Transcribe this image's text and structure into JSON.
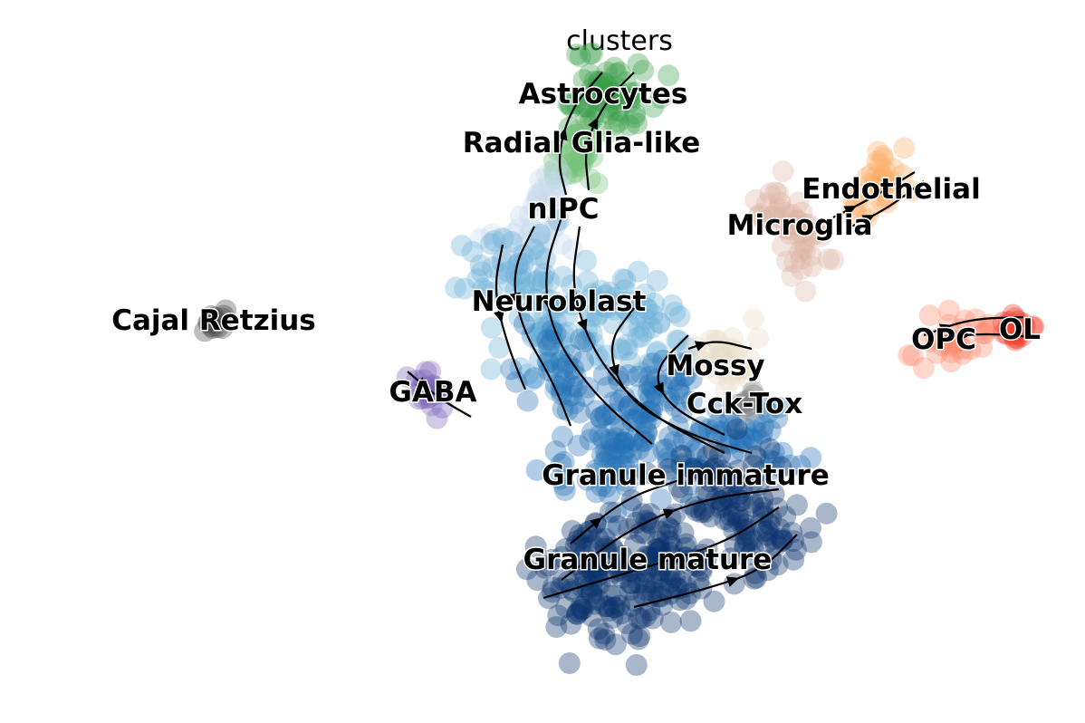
{
  "chart_data": {
    "type": "scatter",
    "subtype": "velocity-embedding-stream",
    "title": "clusters",
    "xlabel": "",
    "ylabel": "",
    "axes_visible": false,
    "grid": false,
    "legend": "on data",
    "xlim": [
      -12,
      12
    ],
    "ylim": [
      -8,
      8
    ],
    "clusters": [
      {
        "name": "Astrocytes",
        "color": "#3a9e4a",
        "label_at": [
          1.32,
          5.94
        ],
        "centers": [
          [
            1.4,
            6.2
          ],
          [
            1.8,
            5.8
          ],
          [
            1.0,
            5.6
          ]
        ],
        "spread": 0.35,
        "n": 70
      },
      {
        "name": "Radial Glia-like",
        "color": "#78c47a",
        "label_at": [
          0.84,
          4.86
        ],
        "centers": [
          [
            0.8,
            4.7
          ],
          [
            0.5,
            4.4
          ]
        ],
        "spread": 0.3,
        "n": 40
      },
      {
        "name": "nIPC",
        "color": "#c6dbef",
        "label_at": [
          0.44,
          3.4
        ],
        "centers": [
          [
            0.2,
            3.7
          ],
          [
            0,
            2.8
          ],
          [
            -0.6,
            2.6
          ]
        ],
        "spread": 0.35,
        "n": 50
      },
      {
        "name": "Neuroblast",
        "color": "#6baed6",
        "label_at": [
          0.34,
          1.36
        ],
        "centers": [
          [
            -0.8,
            2
          ],
          [
            0.2,
            1.6
          ],
          [
            1.6,
            1.2
          ],
          [
            2.4,
            0.6
          ],
          [
            0,
            0.4
          ]
        ],
        "spread": 0.5,
        "n": 160
      },
      {
        "name": "Granule immature",
        "color": "#2171b5",
        "label_at": [
          3.14,
          -2.48
        ],
        "centers": [
          [
            0.6,
            -0.4
          ],
          [
            1.6,
            -1.4
          ],
          [
            3.2,
            -2
          ],
          [
            4.8,
            -1.8
          ],
          [
            1.2,
            -2.4
          ],
          [
            2.6,
            -0.6
          ]
        ],
        "spread": 0.55,
        "n": 220
      },
      {
        "name": "Granule mature",
        "color": "#08306b",
        "label_at": [
          2.3,
          -4.34
        ],
        "centers": [
          [
            1,
            -4.4
          ],
          [
            2.8,
            -4
          ],
          [
            4.8,
            -3.6
          ],
          [
            2.4,
            -5
          ],
          [
            1.2,
            -5.2
          ],
          [
            4,
            -2.9
          ]
        ],
        "spread": 0.55,
        "n": 300
      },
      {
        "name": "Mossy",
        "color": "#e8dcc8",
        "label_at": [
          3.8,
          -0.06
        ],
        "centers": [
          [
            3.8,
            0.2
          ],
          [
            4.4,
            0.1
          ]
        ],
        "spread": 0.3,
        "n": 30
      },
      {
        "name": "Cck-Tox",
        "color": "#7f7f7f",
        "label_at": [
          4.44,
          -0.9
        ],
        "centers": [
          [
            4.5,
            -0.9
          ]
        ],
        "spread": 0.12,
        "n": 8
      },
      {
        "name": "GABA",
        "color": "#7b63b8",
        "label_at": [
          -2.44,
          -0.64
        ],
        "centers": [
          [
            -2.64,
            -0.5
          ],
          [
            -2.5,
            -0.8
          ]
        ],
        "spread": 0.2,
        "n": 25
      },
      {
        "name": "Cajal Retzius",
        "color": "#444444",
        "label_at": [
          -7.28,
          0.94
        ],
        "centers": [
          [
            -7.28,
            0.9
          ]
        ],
        "spread": 0.15,
        "n": 14
      },
      {
        "name": "Microglia",
        "color": "#dcb4a3",
        "label_at": [
          5.66,
          3.04
        ],
        "centers": [
          [
            5.1,
            3.4
          ],
          [
            5.6,
            3.0
          ],
          [
            5.9,
            2.4
          ]
        ],
        "spread": 0.3,
        "n": 50
      },
      {
        "name": "Endothelial",
        "color": "#fdae6b",
        "label_at": [
          7.68,
          3.84
        ],
        "centers": [
          [
            7.5,
            4.1
          ],
          [
            7.2,
            3.6
          ]
        ],
        "spread": 0.3,
        "n": 35
      },
      {
        "name": "OPC",
        "color": "#fb8a6e",
        "label_at": [
          8.84,
          0.52
        ],
        "centers": [
          [
            8.8,
            0.44
          ],
          [
            9.3,
            0.6
          ]
        ],
        "spread": 0.25,
        "n": 30
      },
      {
        "name": "OL",
        "color": "#ef3b2c",
        "label_at": [
          10.52,
          0.74
        ],
        "centers": [
          [
            10.5,
            0.76
          ]
        ],
        "spread": 0.2,
        "n": 18
      }
    ],
    "streamlines": [
      [
        [
          -0.2,
          3
        ],
        [
          -0.7,
          2
        ],
        [
          -0.5,
          0.8
        ],
        [
          0.2,
          -0.4
        ],
        [
          0.6,
          -1.4
        ]
      ],
      [
        [
          0.4,
          3.2
        ],
        [
          0,
          2
        ],
        [
          0.2,
          0.6
        ],
        [
          1.2,
          -0.8
        ],
        [
          2.4,
          -1.8
        ]
      ],
      [
        [
          0.8,
          3
        ],
        [
          0.6,
          1.6
        ],
        [
          1.2,
          0
        ],
        [
          2.4,
          -1.2
        ],
        [
          4,
          -2
        ]
      ],
      [
        [
          2,
          1.2
        ],
        [
          1.4,
          0.4
        ],
        [
          1.8,
          -0.8
        ],
        [
          3.2,
          -1.6
        ],
        [
          4.6,
          -2
        ]
      ],
      [
        [
          3.2,
          0.6
        ],
        [
          2.4,
          -0.2
        ],
        [
          2.8,
          -1
        ],
        [
          4,
          -1.6
        ]
      ],
      [
        [
          -0.9,
          2.6
        ],
        [
          -1.1,
          1.6
        ],
        [
          -0.8,
          0.4
        ],
        [
          -0.4,
          -0.6
        ]
      ],
      [
        [
          0.5,
          3.7
        ],
        [
          0.3,
          4.5
        ],
        [
          0.6,
          5.6
        ],
        [
          1.3,
          6.4
        ]
      ],
      [
        [
          1,
          3.8
        ],
        [
          0.9,
          4.8
        ],
        [
          1.4,
          5.8
        ],
        [
          2,
          6.4
        ]
      ],
      [
        [
          0,
          -5.2
        ],
        [
          2,
          -4.6
        ],
        [
          4,
          -4
        ],
        [
          5.2,
          -3.2
        ]
      ],
      [
        [
          0.4,
          -4.8
        ],
        [
          2,
          -3.6
        ],
        [
          3.6,
          -3
        ],
        [
          5.2,
          -2.8
        ]
      ],
      [
        [
          2,
          -5.4
        ],
        [
          3.6,
          -5
        ],
        [
          4.8,
          -4.6
        ],
        [
          5.6,
          -3.8
        ]
      ],
      [
        [
          0.6,
          -4
        ],
        [
          1.8,
          -3
        ],
        [
          3,
          -2.6
        ]
      ],
      [
        [
          3.2,
          0.3
        ],
        [
          3.8,
          0.5
        ],
        [
          4.6,
          0.3
        ]
      ],
      [
        [
          -3,
          -0.2
        ],
        [
          -2.3,
          -0.8
        ],
        [
          -1.6,
          -1.2
        ]
      ],
      [
        [
          6.4,
          3.2
        ],
        [
          7.2,
          3.6
        ],
        [
          8.2,
          4.2
        ]
      ],
      [
        [
          6.8,
          3
        ],
        [
          7.6,
          3.4
        ],
        [
          8.4,
          4
        ]
      ],
      [
        [
          8.4,
          0.6
        ],
        [
          9.4,
          0.96
        ],
        [
          10.6,
          1
        ]
      ],
      [
        [
          8.8,
          0.56
        ],
        [
          9.8,
          0.64
        ],
        [
          10.8,
          0.56
        ]
      ]
    ]
  }
}
